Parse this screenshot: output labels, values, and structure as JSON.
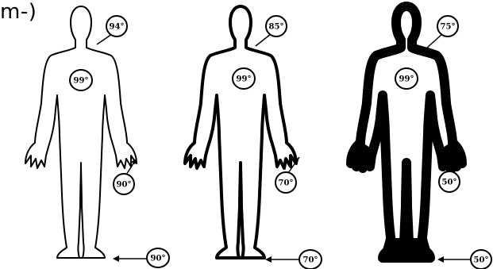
{
  "corner_fragment": "m-)",
  "figures": [
    {
      "style": "outline-thin",
      "core_temp": "99°",
      "shoulder_temp": "94°",
      "hand_temp": "90°",
      "foot_temp": "90°"
    },
    {
      "style": "outline-medium",
      "core_temp": "99°",
      "shoulder_temp": "85°",
      "hand_temp": "70°",
      "foot_temp": "70°"
    },
    {
      "style": "outline-thick-dark-extremities",
      "core_temp": "99°",
      "shoulder_temp": "75°",
      "hand_temp": "50°",
      "foot_temp": "50°"
    }
  ]
}
